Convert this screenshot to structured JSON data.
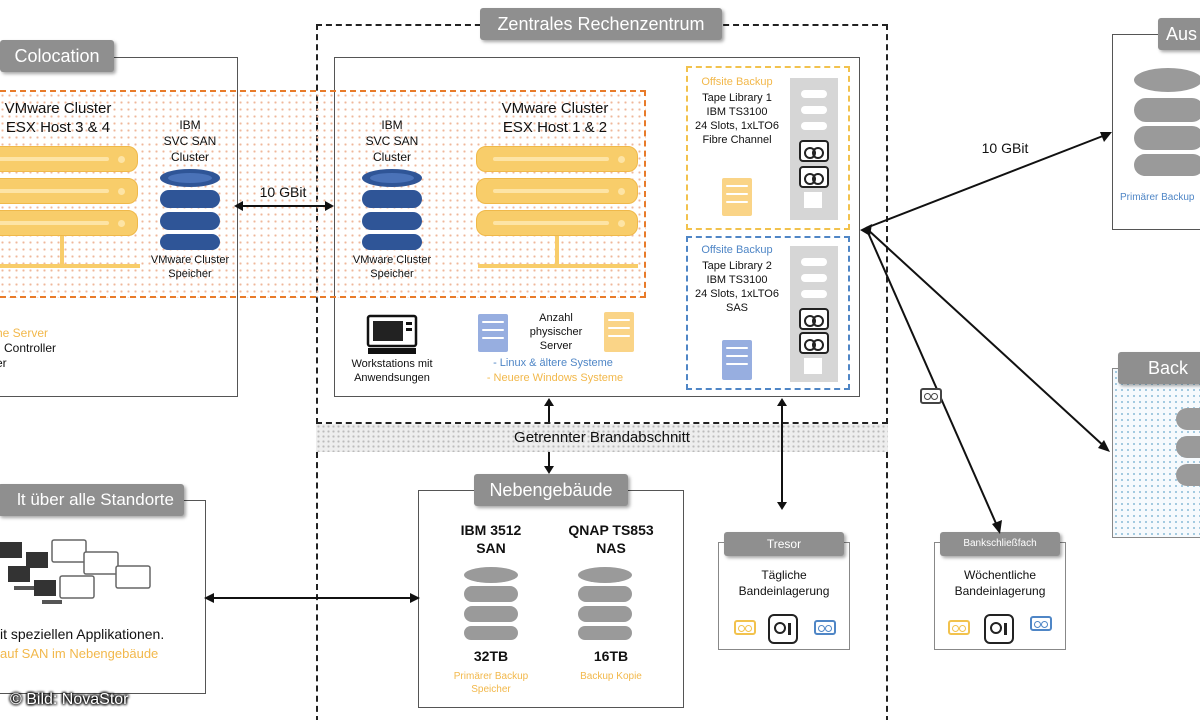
{
  "title": "Zentrales Rechenzentrum",
  "colocation": {
    "title": "Colocation",
    "cluster_title_1": "VMware Cluster",
    "cluster_title_2": "ESX Host 3 & 4",
    "san_1": "IBM",
    "san_2": "SVC SAN",
    "san_3": "Cluster",
    "storage_1": "VMware Cluster",
    "storage_2": "Speicher",
    "legend_1": "he Server",
    "legend_2": "Controller",
    "legend_3": "er"
  },
  "link_colo": "10 GBit",
  "link_external": "10 GBit",
  "datacenter": {
    "san_1": "IBM",
    "san_2": "SVC SAN",
    "san_3": "Cluster",
    "storage_1": "VMware Cluster",
    "storage_2": "Speicher",
    "cluster_title_1": "VMware Cluster",
    "cluster_title_2": "ESX Host 1 & 2",
    "workstation_1": "Workstations mit",
    "workstation_2": "Anwendsungen",
    "servers_1": "Anzahl",
    "servers_2": "physischer",
    "servers_3": "Server",
    "servers_linux": "- Linux & ältere Systeme",
    "servers_windows": "- Neuere Windows Systeme"
  },
  "backup1": {
    "label": "Offsite Backup",
    "line1": "Tape Library 1",
    "line2": "IBM TS3100",
    "line3": "24 Slots, 1xLTO6",
    "line4": "Fibre Channel"
  },
  "backup2": {
    "label": "Offsite Backup",
    "line1": "Tape Library 2",
    "line2": "IBM TS3100",
    "line3": "24 Slots, 1xLTO6",
    "line4": "SAS"
  },
  "firewall_label": "Getrennter Brandabschnitt",
  "nebengebaeude": {
    "title": "Nebengebäude",
    "a_1": "IBM 3512",
    "a_2": "SAN",
    "a_size": "32TB",
    "a_note_1": "Primärer Backup",
    "a_note_2": "Speicher",
    "b_1": "QNAP TS853",
    "b_2": "NAS",
    "b_size": "16TB",
    "b_note": "Backup Kopie"
  },
  "tresor": {
    "title": "Tresor",
    "line1": "Tägliche",
    "line2": "Bandeinlagerung"
  },
  "bank": {
    "title": "Bankschließfach",
    "line1": "Wöchentliche",
    "line2": "Bandeinlagerung"
  },
  "standorte": {
    "title": "lt über alle Standorte",
    "line1": "it speziellen Applikationen.",
    "line2": "auf SAN im Nebengebäude"
  },
  "right_top": {
    "title": "Aus",
    "note": "Primärer Backup"
  },
  "right_mid": {
    "title": "Back"
  },
  "credit": "© Bild: NovaStor",
  "colors": {
    "orange_dash": "#e87b2a",
    "yellow": "#f8cd6a",
    "blue_db": "#2f5597",
    "gray_db": "#9a9a9a",
    "tower": "#d6d6d6"
  }
}
